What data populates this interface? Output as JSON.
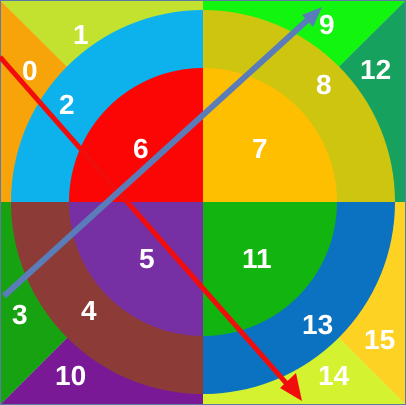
{
  "region_labels": {
    "r0": "0",
    "r1": "1",
    "r2": "2",
    "r3": "3",
    "r4": "4",
    "r5": "5",
    "r6": "6",
    "r7": "7",
    "r8": "8",
    "r9": "9",
    "r10": "10",
    "r11": "11",
    "r12": "12",
    "r13": "13",
    "r14": "14",
    "r15": "15"
  },
  "colors": {
    "r0": "#f7a30a",
    "r1": "#c3e22f",
    "r2": "#0db2ec",
    "r3": "#17a212",
    "r4": "#8d3b37",
    "r5": "#7630a3",
    "r6": "#fb0505",
    "r7": "#fdbf00",
    "r8": "#cdc50f",
    "r9": "#11f50f",
    "r10": "#7a1996",
    "r11": "#12b410",
    "r12": "#16a15e",
    "r13": "#0b71c1",
    "r14": "#d4f230",
    "r15": "#fed222",
    "red_arrow": "#f20d0d",
    "blue_arrow": "#5a7dba",
    "frame": "#5e7ba3"
  },
  "arrows": [
    {
      "name": "red-arrow",
      "color": "red_arrow"
    },
    {
      "name": "blue-arrow",
      "color": "blue_arrow"
    }
  ]
}
